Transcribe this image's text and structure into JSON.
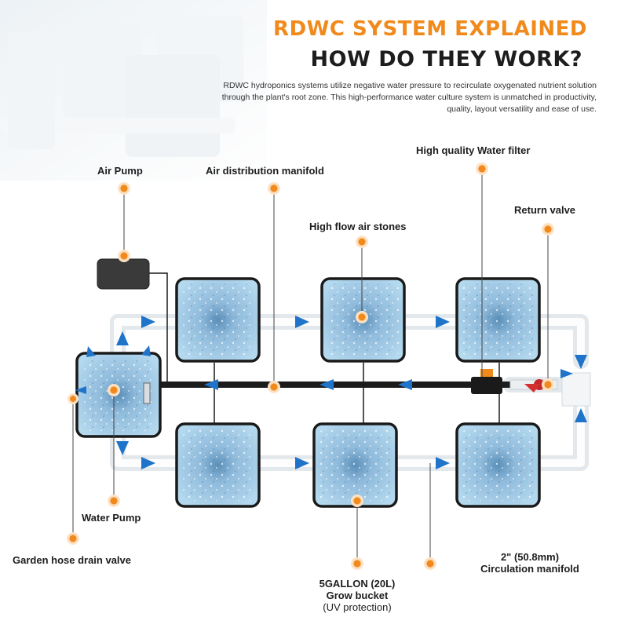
{
  "header": {
    "title": "RDWC SYSTEM EXPLAINED",
    "subtitle": "HOW DO THEY WORK?",
    "description": "RDWC hydroponics systems utilize negative water pressure to recirculate oxygenated nutrient solution through the plant's root zone. This high-performance water culture system is unmatched in productivity, quality, layout versatility and ease of use."
  },
  "labels": {
    "air_pump": "Air Pump",
    "air_manifold": "Air distribution manifold",
    "water_filter": "High quality Water filter",
    "return_valve": "Return valve",
    "air_stones": "High flow air stones",
    "water_pump": "Water Pump",
    "drain_valve": "Garden hose drain valve",
    "grow_bucket_line1": "5GALLON (20L)",
    "grow_bucket_line2": "Grow bucket",
    "grow_bucket_line3": "(UV protection)",
    "circ_line1": "2\" (50.8mm)",
    "circ_line2": "Circulation manifold"
  },
  "colors": {
    "accent": "#f08a1c",
    "bucket_fill": "#a9d3ec",
    "bucket_border": "#1a1a1a",
    "arrow": "#1f74c9",
    "pipe": "#e9edf1",
    "air_line": "#1a1a1a",
    "valve": "#d32f2f"
  }
}
